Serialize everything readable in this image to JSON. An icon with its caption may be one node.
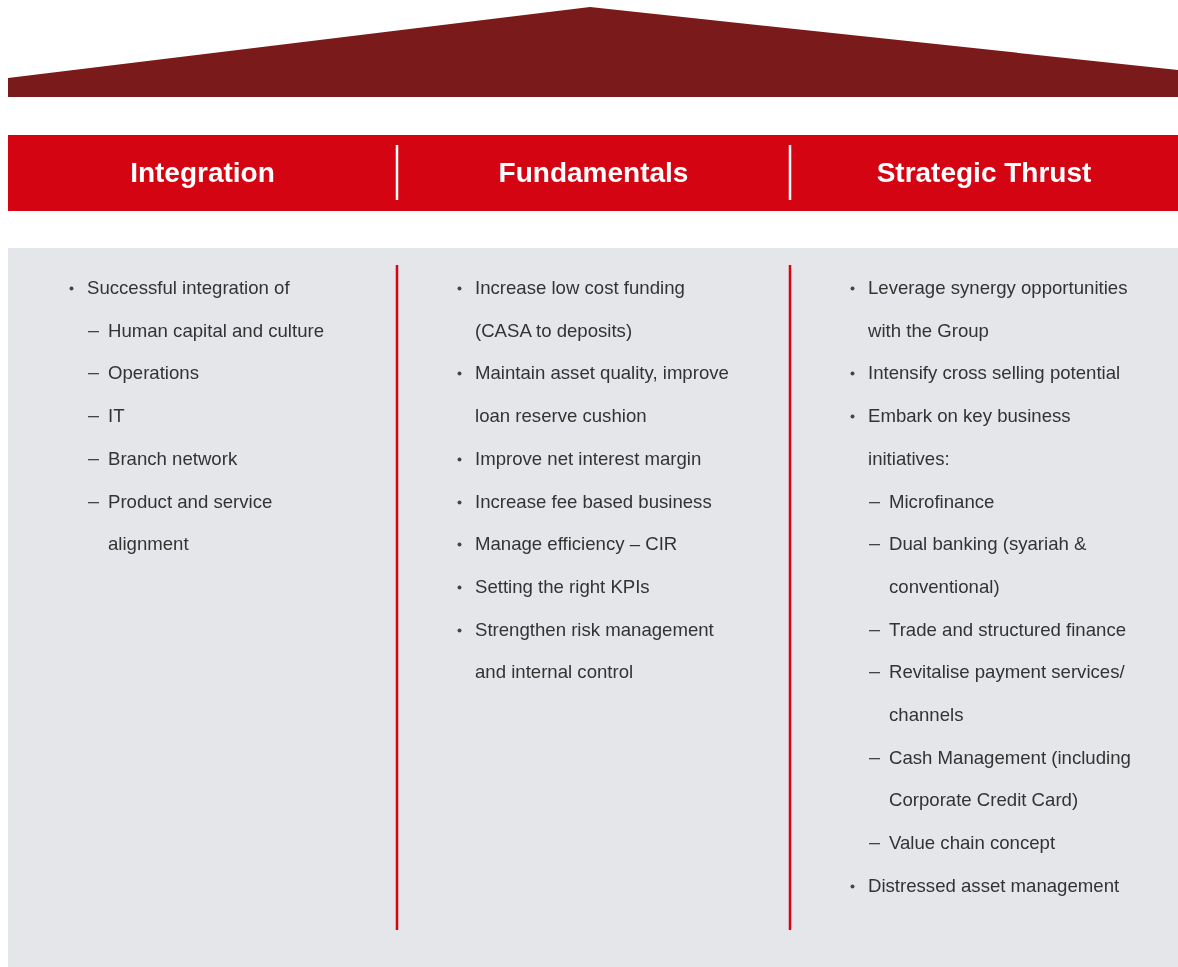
{
  "diagram": {
    "nodes": [
      {
        "text": [],
        "shape": "bar"
      },
      {
        "text": [
          "Integration"
        ],
        "in": 0
      },
      {
        "text": [
          "Fundamentals"
        ],
        "in": 0
      },
      {
        "text": [
          "Strategic Thrust"
        ],
        "in": 0
      },
      {
        "text": [],
        "shape": "box"
      },
      {
        "text": [
          "Successful integration of",
          "Human capital and culture",
          "Operations",
          "IT",
          "Branch network",
          "Product and service alignment"
        ],
        "in": 4
      },
      {
        "text": [
          "Increase low cost funding (CASA to deposits)",
          "Maintain asset quality, improve loan reserve cushion",
          "Improve net interest margin",
          "Increase fee based business",
          "Manage efficiency – CIR",
          "Setting the right KPIs",
          "Strengthen risk management and internal control"
        ],
        "in": 4
      },
      {
        "text": [
          "Leverage synergy opportunities with the Group",
          "Intensify cross selling potential",
          "Embark on key business initiatives:",
          "Microfinance",
          "Dual banking (syariah & conventional)",
          "Trade and structured finance",
          "Revitalise payment services/ channels",
          "Cash Management (including Corporate Credit Card)",
          "Value chain concept",
          "Distressed asset management"
        ],
        "in": 4
      }
    ]
  }
}
